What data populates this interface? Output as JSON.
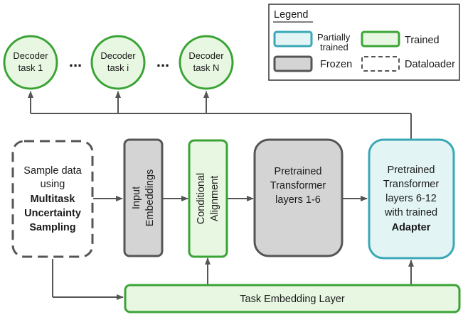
{
  "legend": {
    "title": "Legend",
    "partially_trained": "Partially trained",
    "trained": "Trained",
    "frozen": "Frozen",
    "dataloader": "Dataloader"
  },
  "decoders": [
    {
      "line1": "Decoder",
      "line2": "task 1"
    },
    {
      "line1": "Decoder",
      "line2": "task i"
    },
    {
      "line1": "Decoder",
      "line2": "task N"
    }
  ],
  "ellipsis": "...",
  "sampler": {
    "line1": "Sample data",
    "line2": "using",
    "line3": "Multitask",
    "line4": "Uncertainty",
    "line5": "Sampling"
  },
  "input_embeddings": {
    "line1": "Input",
    "line2": "Embeddings"
  },
  "conditional_alignment": {
    "line1": "Conditional",
    "line2": "Alignment"
  },
  "pretrained_1_6": {
    "line1": "Pretrained",
    "line2": "Transformer",
    "line3": "layers 1-6"
  },
  "pretrained_6_12": {
    "line1": "Pretrained",
    "line2": "Transformer",
    "line3": "layers 6-12",
    "line4": "with trained",
    "line5": "Adapter"
  },
  "task_embedding": {
    "label": "Task Embedding Layer"
  },
  "colors": {
    "trained_stroke": "#3aa335",
    "trained_fill": "#e8f7e2",
    "partial_stroke": "#3aa7b7",
    "partial_fill": "#e3f4f4",
    "frozen_stroke": "#555555",
    "frozen_fill": "#d4d4d4",
    "dataloader_stroke": "#555555",
    "arrow": "#555555"
  }
}
